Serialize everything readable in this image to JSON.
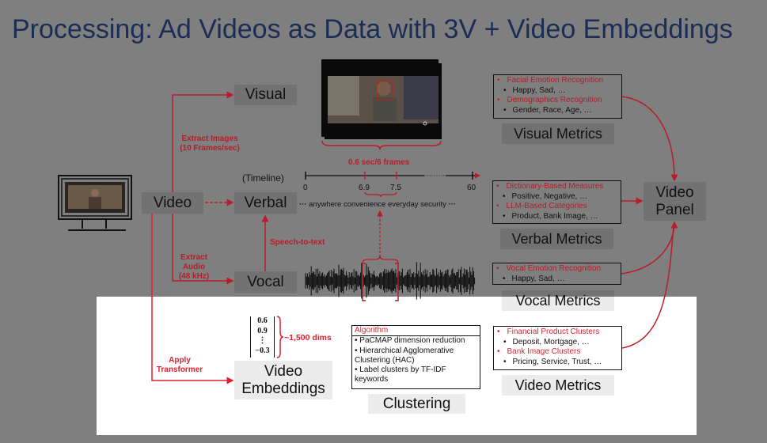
{
  "title": "Processing: Ad Videos as Data with 3V + Video Embeddings",
  "nodes": {
    "video": "Video",
    "visual": "Visual",
    "verbal": "Verbal",
    "vocal": "Vocal",
    "video_embeddings": "Video Embeddings",
    "clustering": "Clustering",
    "video_panel": "Video Panel"
  },
  "edge_labels": {
    "extract_images": [
      "Extract Images",
      "(10 Frames/sec)"
    ],
    "extract_audio": [
      "Extract Audio",
      "(48 kHz)"
    ],
    "speech_to_text": "Speech-to-text",
    "apply_transformer": [
      "Apply",
      "Transformer"
    ]
  },
  "timeline": {
    "label": "(Timeline)",
    "window_label": "0.6 sec/6 frames",
    "ticks": [
      "0",
      "6.9",
      "7.5",
      "60"
    ],
    "transcript": "anywhere convenience everyday security"
  },
  "embedding": {
    "vector": [
      "0.6",
      "0.9",
      "⋮",
      "−0.3"
    ],
    "dims_label": "~1,500 dims"
  },
  "algorithm": {
    "header": "Algorithm",
    "items": [
      "•   PaCMAP dimension reduction",
      "•   Hierarchical Agglomerative Clustering (HAC)",
      "•   Label clusters by TF-IDF keywords"
    ]
  },
  "metrics": {
    "visual": {
      "label": "Visual Metrics",
      "items": [
        {
          "h": "Facial Emotion Recognition",
          "s": "Happy, Sad, …"
        },
        {
          "h": "Demographics Recognition",
          "s": "Gender, Race, Age, …"
        }
      ]
    },
    "verbal": {
      "label": "Verbal Metrics",
      "items": [
        {
          "h": "Dictionary-Based Measures",
          "s": "Positive, Negative, …"
        },
        {
          "h": "LLM-Based Categories",
          "s": "Product, Bank Image, …"
        }
      ]
    },
    "vocal": {
      "label": "Vocal Metrics",
      "items": [
        {
          "h": "Vocal Emotion Recognition",
          "s": "Happy, Sad, …"
        }
      ]
    },
    "video": {
      "label": "Video Metrics",
      "items": [
        {
          "h": "Financial Product Clusters",
          "s": "Deposit, Mortgage, …"
        },
        {
          "h": "Bank Image Clusters",
          "s": "Pricing, Service, Trust, …"
        }
      ]
    }
  },
  "colors": {
    "accent_red": "#b81c2a",
    "title": "#1c2d55",
    "background": "#7f7f7f"
  }
}
